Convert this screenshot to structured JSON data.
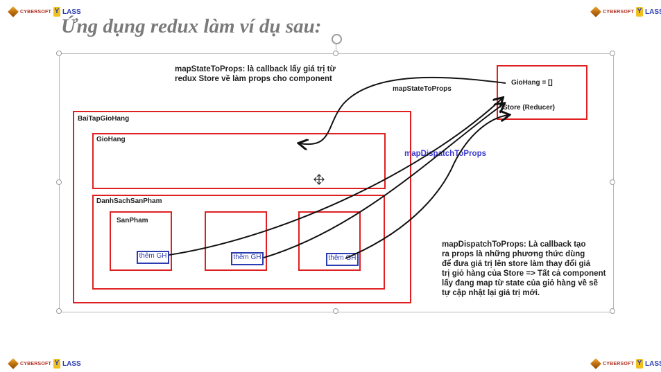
{
  "slide": {
    "title": "Ứng dụng redux làm ví dụ sau:",
    "logo_cybersoft": "CYBERSOFT",
    "logo_class": "LASS",
    "logo_y": "Y"
  },
  "diagram": {
    "note_top": "mapStateToProps: là callback lấy giá trị từ\nredux Store về làm props cho component",
    "store": {
      "gio_hang": "GioHang = []",
      "label": "Store (Reducer)"
    },
    "arrow_state_label": "mapStateToProps",
    "arrow_dispatch_label": "mapDispatchToProps",
    "bai_tap": "BaiTapGioHang",
    "gio_hang": "GioHang",
    "danh_sach": "DanhSachSanPham",
    "san_pham": "SanPham",
    "buttons": [
      "thêm GH",
      "thêm GH",
      "thêm GH"
    ],
    "note_bottom": "mapDispatchToProps: Là callback tạo\nra props là những phương thức dùng\nđể đưa giá trị lên store làm thay đổi giá\ntrị giỏ hàng của Store => Tất cả component\nlấy đang map từ state của giỏ hàng về sẽ\ntự cập nhật lại giá trị mới."
  },
  "colors": {
    "box_border": "#e02020",
    "button": "#2b3bb0",
    "dispatch_label": "#3a3ad0",
    "title": "#7a7a7a"
  }
}
